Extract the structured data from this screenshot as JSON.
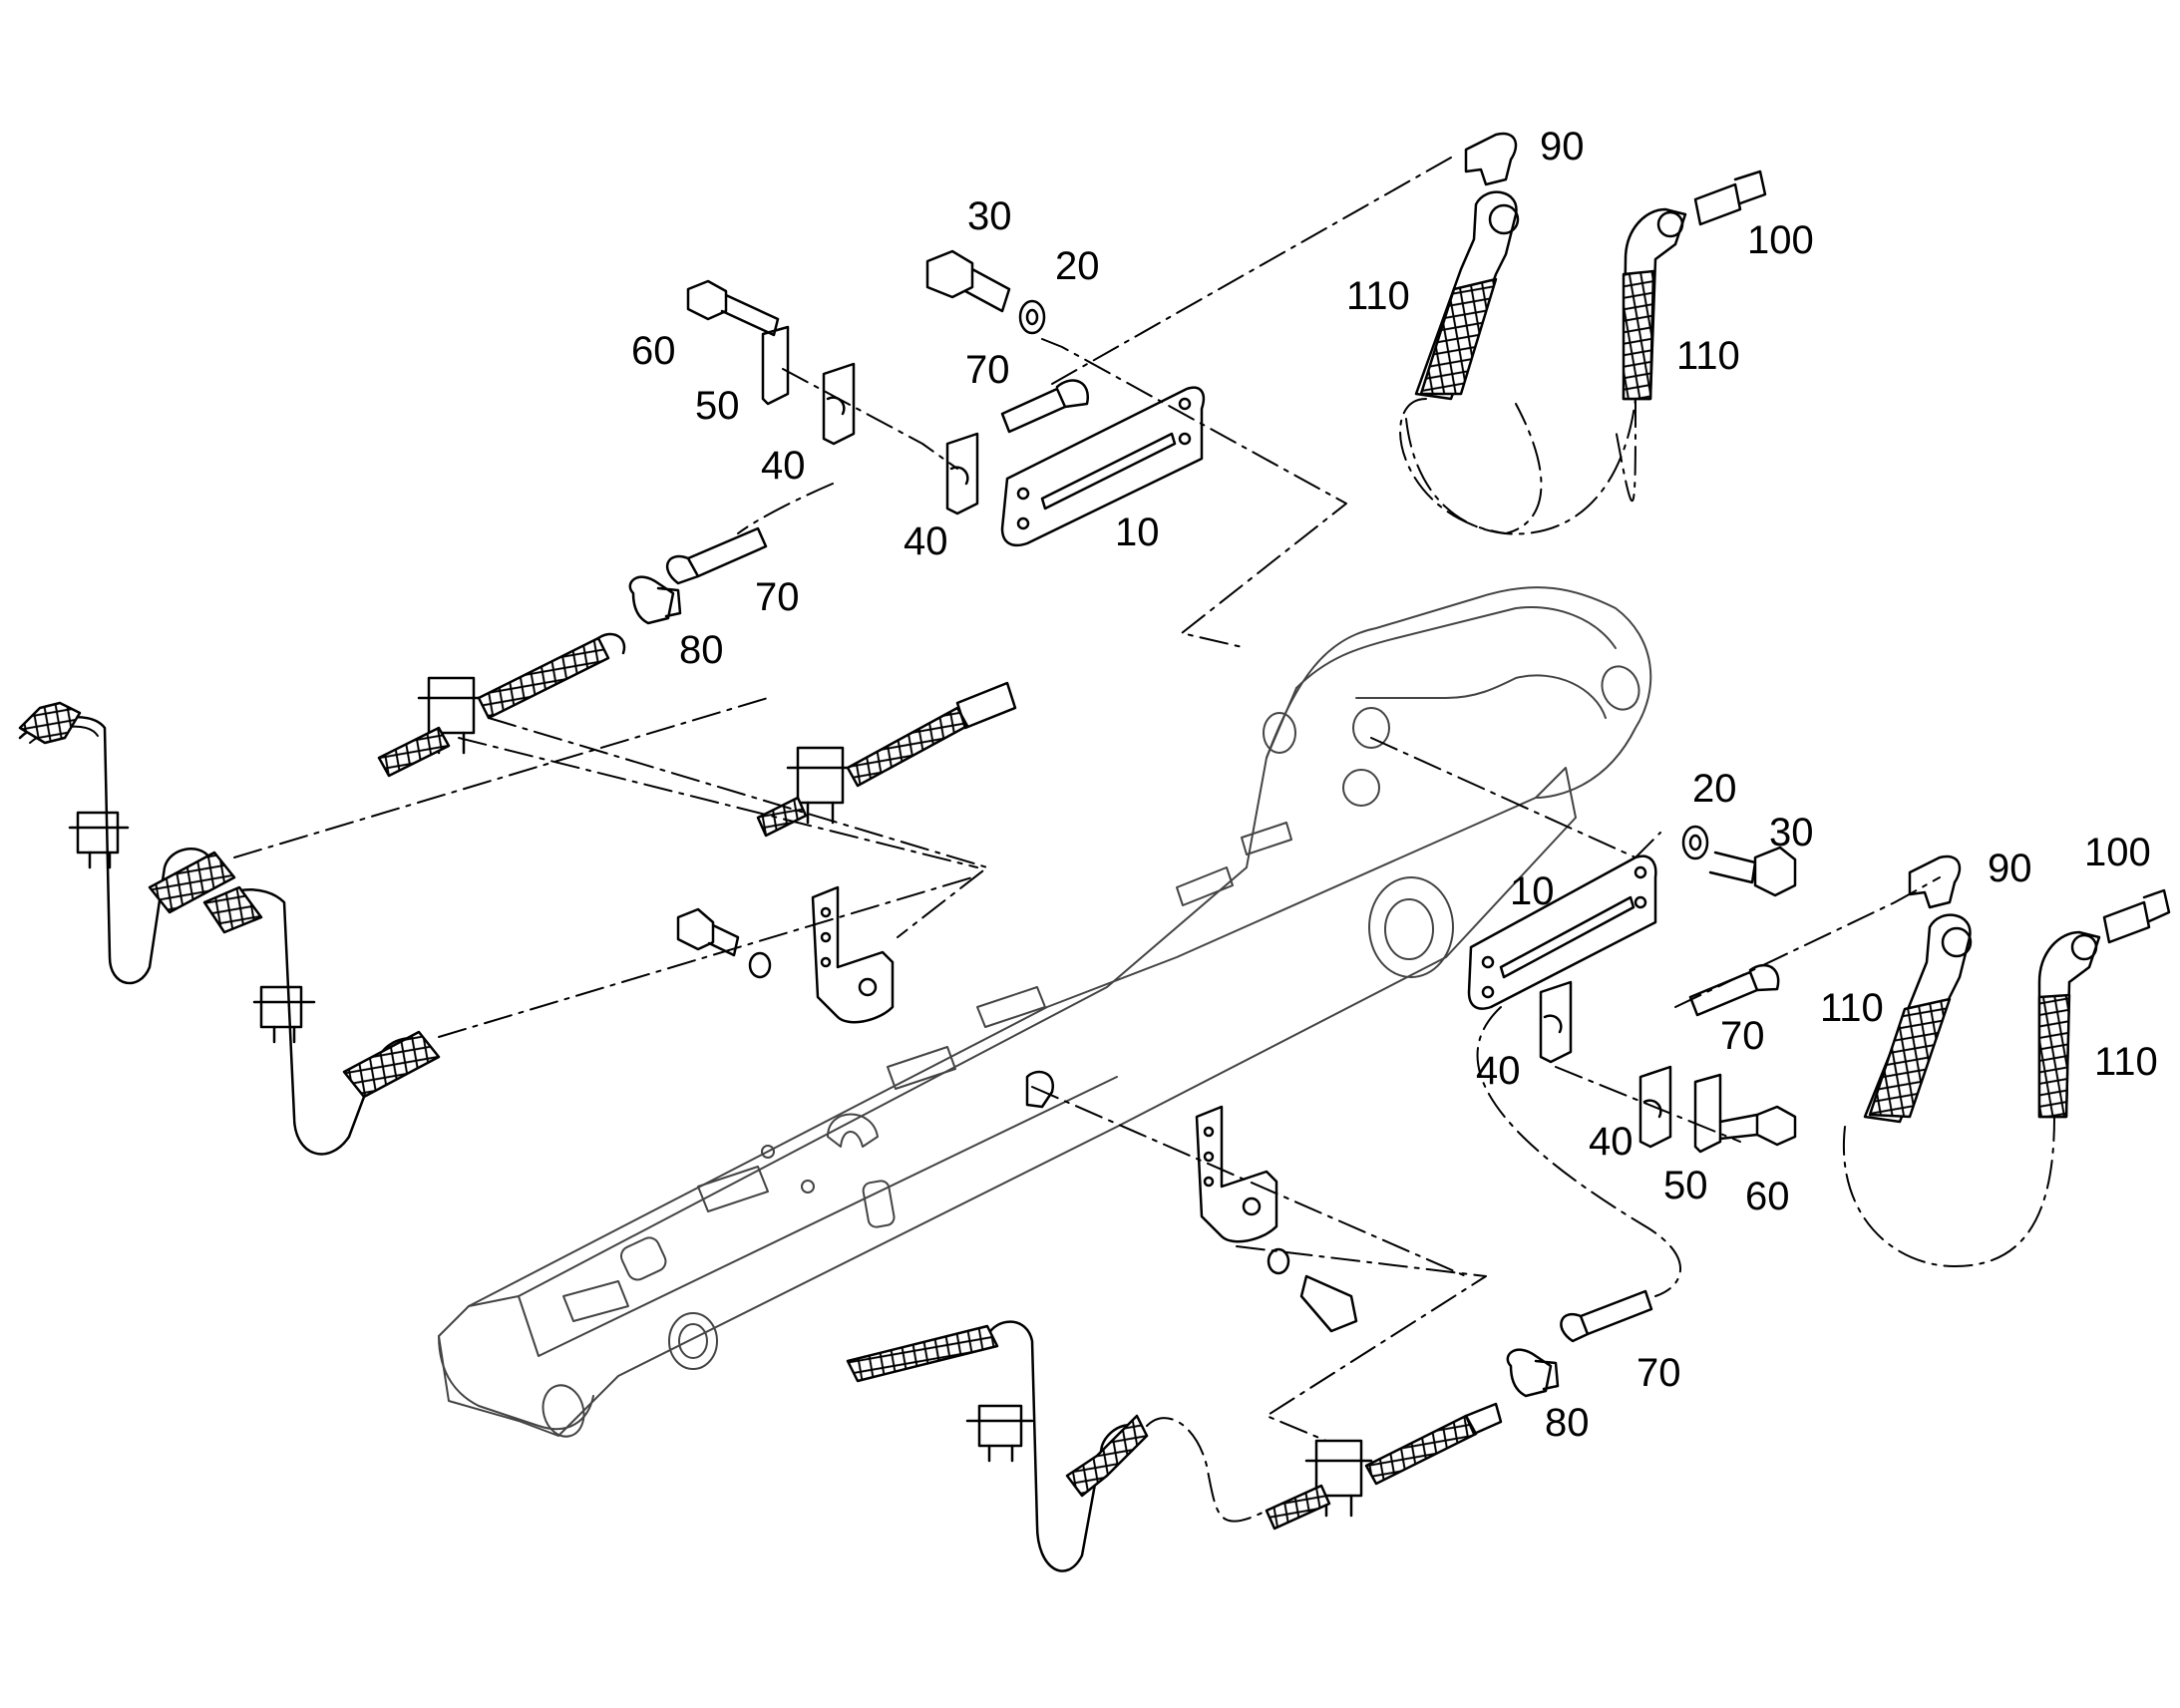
{
  "callouts": {
    "left": {
      "c10": "10",
      "c20": "20",
      "c30": "30",
      "c40a": "40",
      "c40b": "40",
      "c50": "50",
      "c60": "60",
      "c70a": "70",
      "c70b": "70",
      "c80": "80",
      "c90": "90",
      "c100": "100",
      "c110a": "110",
      "c110b": "110"
    },
    "right": {
      "c10": "10",
      "c20": "20",
      "c30": "30",
      "c40a": "40",
      "c40b": "40",
      "c50": "50",
      "c60": "60",
      "c70a": "70",
      "c70b": "70",
      "c80": "80",
      "c90": "90",
      "c100": "100",
      "c110a": "110",
      "c110b": "110"
    }
  }
}
